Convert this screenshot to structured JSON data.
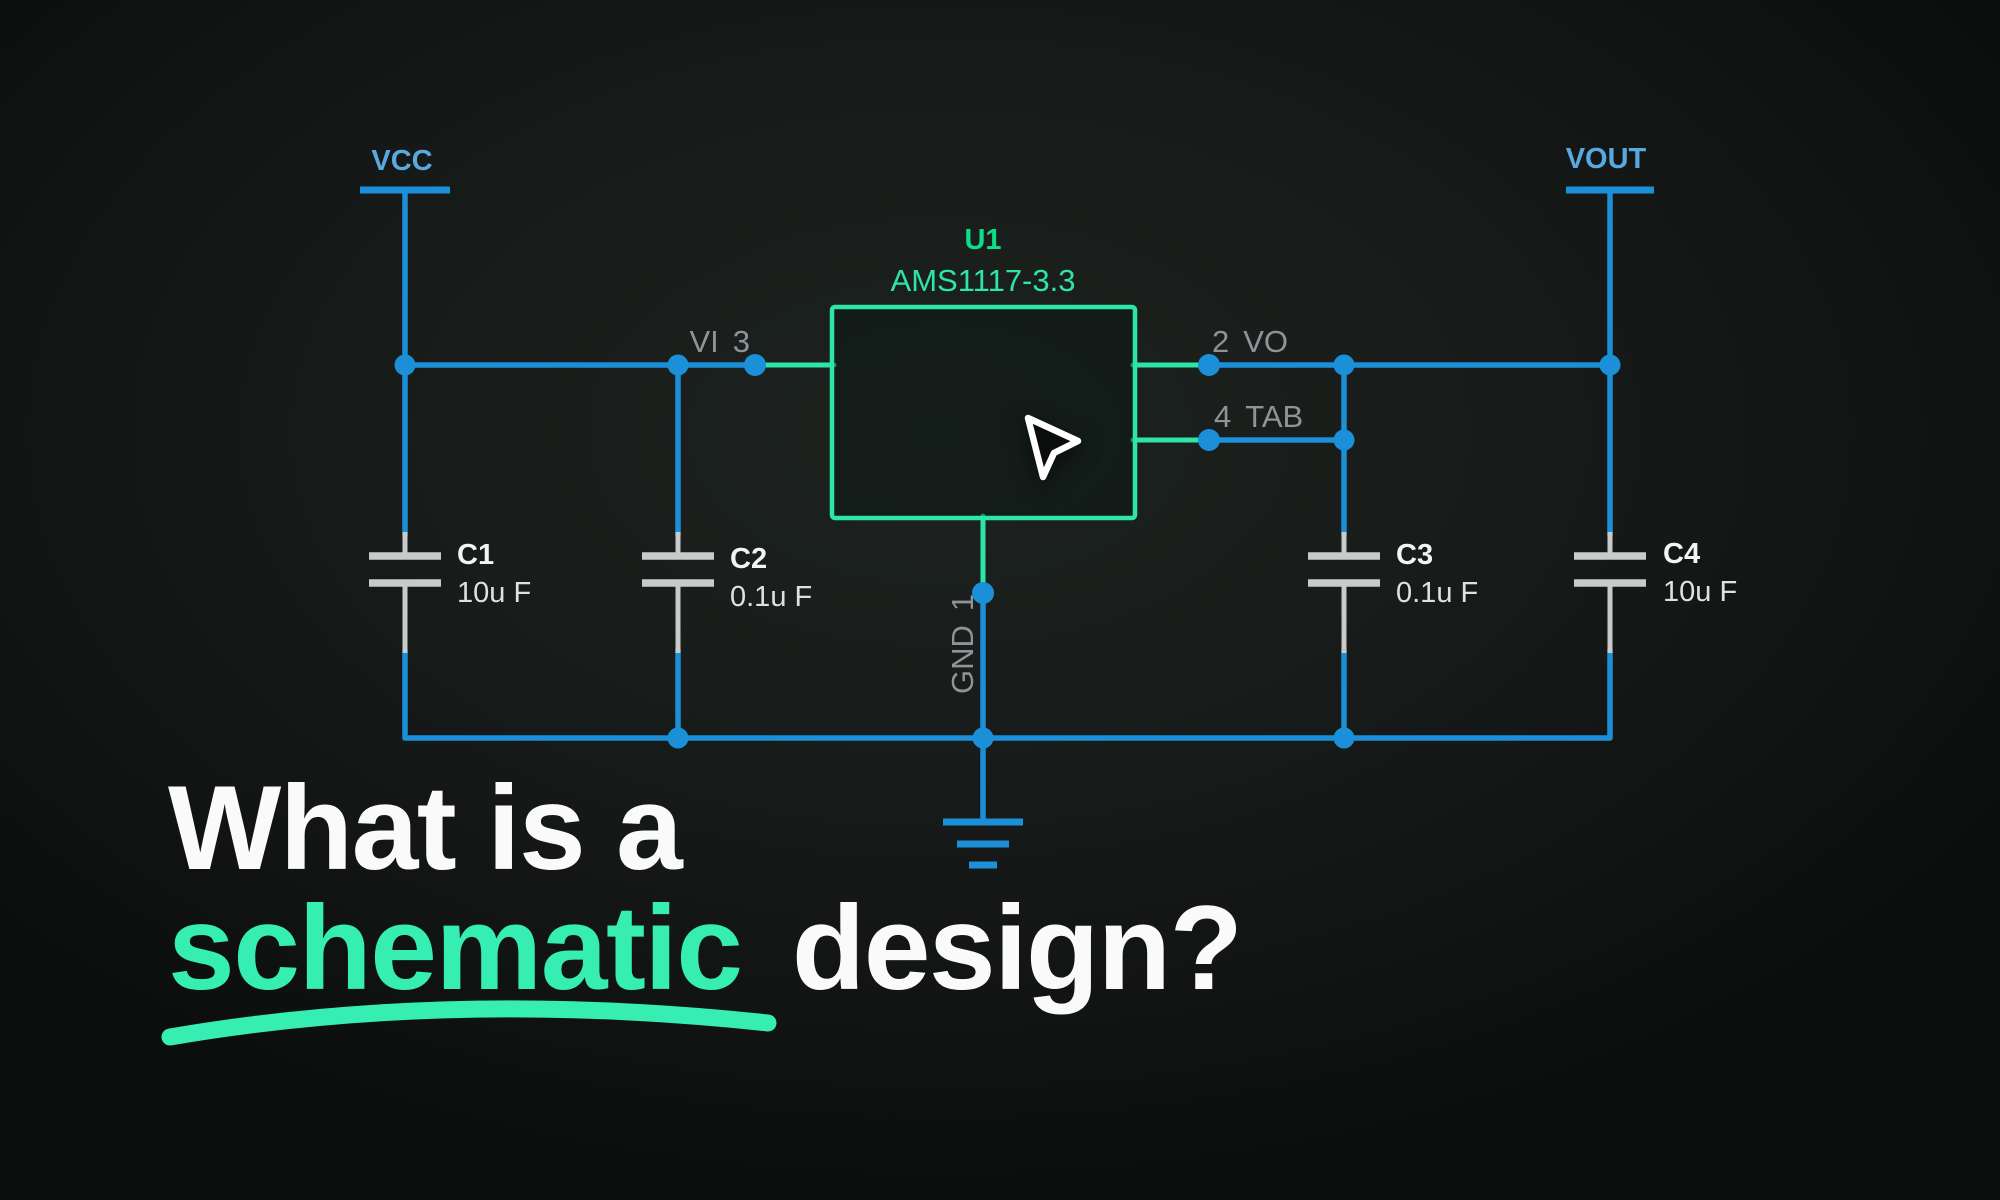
{
  "colors": {
    "wire_blue": "#1b90d8",
    "net_label_blue": "#58a9de",
    "component_green": "#2de5a5",
    "designator_green": "#0cdf85",
    "pin_gray": "#8e9498",
    "cap_gray": "#c9cbcb",
    "cap_designator": "#f3f5f5",
    "cap_value": "#dde1e1",
    "title_white": "#fafafa",
    "title_green": "#36eeb2"
  },
  "schematic": {
    "nets": {
      "vcc": "VCC",
      "vout": "VOUT"
    },
    "ic": {
      "designator": "U1",
      "part": "AMS1117-3.3",
      "pins": {
        "vi": {
          "name": "VI",
          "number": "3"
        },
        "vo": {
          "name": "VO",
          "number": "2"
        },
        "tab": {
          "name": "TAB",
          "number": "4"
        },
        "gnd": {
          "name": "GND",
          "number": "1"
        }
      }
    },
    "capacitors": {
      "c1": {
        "designator": "C1",
        "value": "10u F"
      },
      "c2": {
        "designator": "C2",
        "value": "0.1u F"
      },
      "c3": {
        "designator": "C3",
        "value": "0.1u F"
      },
      "c4": {
        "designator": "C4",
        "value": "10u F"
      }
    }
  },
  "title": {
    "line1": "What is a",
    "highlight": "schematic",
    "rest": "design?"
  }
}
